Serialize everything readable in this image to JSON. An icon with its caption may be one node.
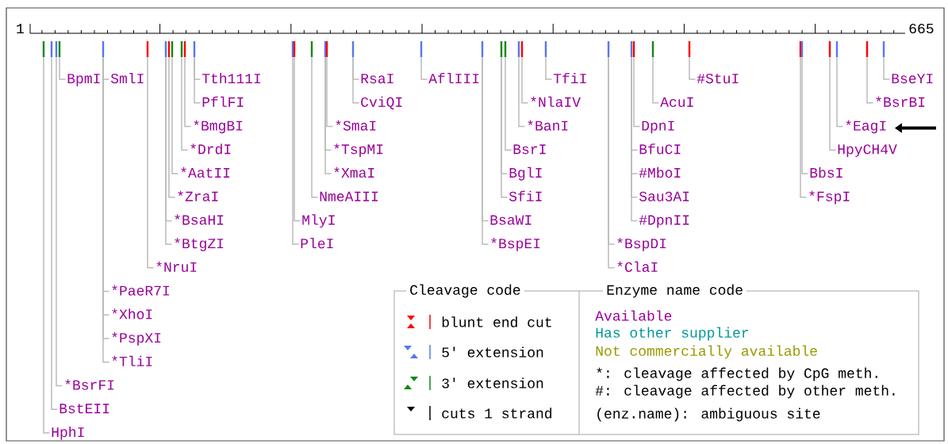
{
  "diagram": {
    "nodes": [
      {
        "text": [],
        "shape": "bar"
      },
      {
        "text": [],
        "shape": "bar"
      },
      {
        "text": [],
        "shape": "bar"
      },
      {
        "text": [],
        "shape": "bar"
      },
      {
        "text": [],
        "shape": "bar"
      },
      {
        "text": [],
        "shape": "bar"
      },
      {
        "text": [],
        "shape": "bar"
      },
      {
        "text": [],
        "shape": "bar"
      },
      {
        "text": [],
        "shape": "bar"
      },
      {
        "text": [],
        "shape": "bar"
      },
      {
        "text": [],
        "shape": "bar"
      },
      {
        "text": [],
        "shape": "bar"
      },
      {
        "text": [],
        "shape": "bar"
      },
      {
        "text": [],
        "shape": "bar"
      },
      {
        "text": [],
        "shape": "bar"
      },
      {
        "text": [],
        "shape": "bar"
      },
      {
        "text": [],
        "shape": "bar"
      },
      {
        "text": [],
        "shape": "bar"
      },
      {
        "text": [],
        "shape": "bar"
      },
      {
        "text": [],
        "shape": "bar"
      },
      {
        "text": [],
        "shape": "bar"
      },
      {
        "text": [],
        "shape": "bar"
      },
      {
        "text": [],
        "shape": "bar"
      },
      {
        "text": [],
        "shape": "bar"
      },
      {
        "text": [],
        "shape": "bar"
      },
      {
        "text": [],
        "shape": "bar"
      },
      {
        "text": [],
        "shape": "bar"
      },
      {
        "text": [],
        "shape": "bar"
      },
      {
        "text": [],
        "shape": "bar"
      },
      {
        "text": [],
        "shape": "bar"
      },
      {
        "text": [],
        "shape": "bar"
      },
      {
        "text": [],
        "shape": "bar"
      },
      {
        "text": [],
        "shape": "bar"
      },
      {
        "text": [],
        "shape": "bar"
      },
      {
        "text": [],
        "shape": "bar"
      },
      {
        "text": [],
        "shape": "bar"
      },
      {
        "text": [
          "BpmI"
        ]
      },
      {
        "text": [
          "*BsrFI"
        ]
      },
      {
        "text": [
          "BstEII"
        ]
      },
      {
        "text": [
          "HphI"
        ]
      },
      {
        "text": [
          "SmlI"
        ]
      },
      {
        "text": [
          "*PaeR7I"
        ]
      },
      {
        "text": [
          "*XhoI"
        ]
      },
      {
        "text": [
          "*PspXI"
        ]
      },
      {
        "text": [
          "*TliI"
        ]
      },
      {
        "text": [
          "*NruI"
        ]
      },
      {
        "text": [
          "Tth111I"
        ]
      },
      {
        "text": [
          "PflFI"
        ]
      },
      {
        "text": [
          "*BmgBI"
        ]
      },
      {
        "text": [
          "*DrdI"
        ]
      },
      {
        "text": [
          "*AatII"
        ]
      },
      {
        "text": [
          "*ZraI"
        ]
      },
      {
        "text": [
          "*BsaHI"
        ]
      },
      {
        "text": [
          "*BtgZI"
        ]
      },
      {
        "text": [
          "MlyI"
        ]
      },
      {
        "text": [
          "PleI"
        ]
      },
      {
        "text": [
          "NmeAIII"
        ]
      },
      {
        "text": [
          "*SmaI"
        ]
      },
      {
        "text": [
          "*TspMI"
        ]
      },
      {
        "text": [
          "*XmaI"
        ]
      },
      {
        "text": [
          "RsaI"
        ]
      },
      {
        "text": [
          "CviQI"
        ]
      },
      {
        "text": [
          "AflIII"
        ]
      },
      {
        "text": [
          "BsaWI"
        ]
      },
      {
        "text": [
          "*BspEI"
        ]
      },
      {
        "text": [
          "BsrI"
        ]
      },
      {
        "text": [
          "BglI"
        ]
      },
      {
        "text": [
          "SfiI"
        ]
      },
      {
        "text": [
          "*NlaIV"
        ]
      },
      {
        "text": [
          "*BanI"
        ]
      },
      {
        "text": [
          "TfiI"
        ]
      },
      {
        "text": [
          "*BspDI"
        ]
      },
      {
        "text": [
          "*ClaI"
        ]
      },
      {
        "text": [
          "DpnI"
        ]
      },
      {
        "text": [
          "BfuCI"
        ]
      },
      {
        "text": [
          "#MboI"
        ]
      },
      {
        "text": [
          "Sau3AI"
        ]
      },
      {
        "text": [
          "#DpnII"
        ]
      },
      {
        "text": [
          "AcuI"
        ]
      },
      {
        "text": [
          "#StuI"
        ]
      },
      {
        "text": [
          "BbsI"
        ]
      },
      {
        "text": [
          "*FspI"
        ]
      },
      {
        "text": [
          "HpyCH4V"
        ]
      },
      {
        "text": [
          "*EagI"
        ]
      },
      {
        "text": [
          "*BsrBI"
        ]
      },
      {
        "text": [
          "BseYI"
        ]
      }
    ],
    "edges": [
      {
        "from": 36,
        "to": 3,
        "arrow": "none"
      },
      {
        "from": 37,
        "to": 2,
        "arrow": "none"
      },
      {
        "from": 38,
        "to": 1,
        "arrow": "none"
      },
      {
        "from": 39,
        "to": 0,
        "arrow": "none"
      },
      {
        "from": 40,
        "to": 4,
        "arrow": "none"
      },
      {
        "from": 41,
        "to": 4,
        "arrow": "none"
      },
      {
        "from": 42,
        "to": 4,
        "arrow": "none"
      },
      {
        "from": 43,
        "to": 4,
        "arrow": "none"
      },
      {
        "from": 44,
        "to": 4,
        "arrow": "none"
      },
      {
        "from": 45,
        "to": 5,
        "arrow": "none"
      },
      {
        "from": 46,
        "to": 11,
        "arrow": "none"
      },
      {
        "from": 47,
        "to": 11,
        "arrow": "none"
      },
      {
        "from": 48,
        "to": 10,
        "arrow": "none"
      },
      {
        "from": 49,
        "to": 9,
        "arrow": "none"
      },
      {
        "from": 50,
        "to": 8,
        "arrow": "none"
      },
      {
        "from": 51,
        "to": 7,
        "arrow": "none"
      },
      {
        "from": 52,
        "to": 6,
        "arrow": "none"
      },
      {
        "from": 53,
        "to": 6,
        "arrow": "none"
      },
      {
        "from": 54,
        "to": 13,
        "arrow": "none"
      },
      {
        "from": 55,
        "to": 12,
        "arrow": "none"
      },
      {
        "from": 56,
        "to": 14,
        "arrow": "none"
      },
      {
        "from": 57,
        "to": 16,
        "arrow": "none"
      },
      {
        "from": 58,
        "to": 15,
        "arrow": "none"
      },
      {
        "from": 59,
        "to": 15,
        "arrow": "none"
      },
      {
        "from": 60,
        "to": 17,
        "arrow": "none"
      },
      {
        "from": 61,
        "to": 17,
        "arrow": "none"
      },
      {
        "from": 62,
        "to": 18,
        "arrow": "none"
      },
      {
        "from": 63,
        "to": 19,
        "arrow": "none"
      },
      {
        "from": 64,
        "to": 19,
        "arrow": "none"
      },
      {
        "from": 65,
        "to": 21,
        "arrow": "none"
      },
      {
        "from": 66,
        "to": 20,
        "arrow": "none"
      },
      {
        "from": 67,
        "to": 20,
        "arrow": "none"
      },
      {
        "from": 68,
        "to": 23,
        "arrow": "none"
      },
      {
        "from": 69,
        "to": 22,
        "arrow": "none"
      },
      {
        "from": 70,
        "to": 24,
        "arrow": "none"
      },
      {
        "from": 71,
        "to": 25,
        "arrow": "none"
      },
      {
        "from": 72,
        "to": 25,
        "arrow": "none"
      },
      {
        "from": 73,
        "to": 27,
        "arrow": "none"
      },
      {
        "from": 74,
        "to": 26,
        "arrow": "none"
      },
      {
        "from": 75,
        "to": 26,
        "arrow": "none"
      },
      {
        "from": 76,
        "to": 26,
        "arrow": "none"
      },
      {
        "from": 77,
        "to": 26,
        "arrow": "none"
      },
      {
        "from": 78,
        "to": 28,
        "arrow": "none"
      },
      {
        "from": 79,
        "to": 29,
        "arrow": "none"
      },
      {
        "from": 80,
        "to": 31,
        "arrow": "none"
      },
      {
        "from": 81,
        "to": 30,
        "arrow": "none"
      },
      {
        "from": 82,
        "to": 32,
        "arrow": "none"
      },
      {
        "from": 83,
        "to": 33,
        "arrow": "none"
      },
      {
        "from": 84,
        "to": 34,
        "arrow": "none"
      },
      {
        "from": 85,
        "to": 35,
        "arrow": "none"
      },
      {
        "from": null,
        "to": 83,
        "arrow": "to",
        "style": "thick",
        "color": "#000000"
      }
    ],
    "labels": [
      "1",
      "665",
      "Cleavage code",
      "Enzyme name code",
      "*: cleavage affected by CpG meth.",
      "#: cleavage affected by other meth.",
      "(enz.name): ambiguous site"
    ],
    "legend": [
      {
        "text": "blunt end cut"
      },
      {
        "text": "5′ extension"
      },
      {
        "text": "3′ extension"
      },
      {
        "text": "cuts 1 strand"
      },
      {
        "text": "Available",
        "color": "#990099"
      },
      {
        "text": "Has other supplier",
        "color": "#009999"
      },
      {
        "text": "Not commercially available",
        "color": "#999900"
      }
    ]
  }
}
